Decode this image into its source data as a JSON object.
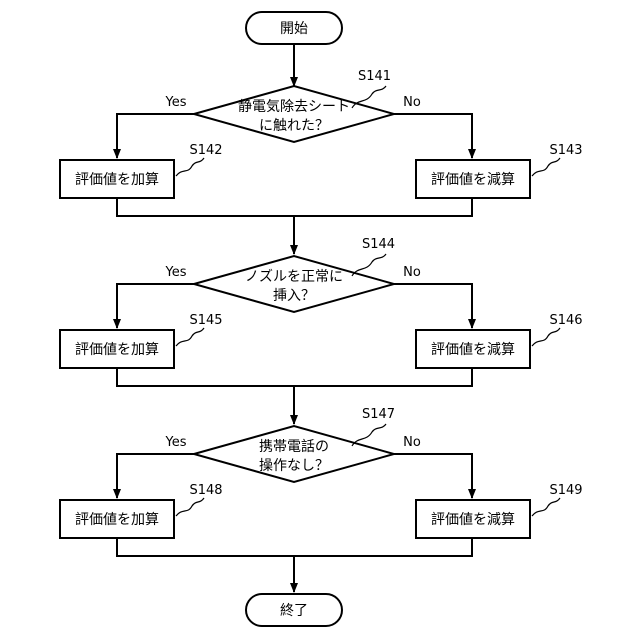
{
  "start": "開始",
  "end": "終了",
  "decisions": [
    {
      "step": "S141",
      "line1": "静電気除去シート",
      "line2": "に触れた？",
      "yes": "Yes",
      "no": "No",
      "yes_action": {
        "step": "S142",
        "text": "評価値を加算"
      },
      "no_action": {
        "step": "S143",
        "text": "評価値を減算"
      }
    },
    {
      "step": "S144",
      "line1": "ノズルを正常に",
      "line2": "挿入？",
      "yes": "Yes",
      "no": "No",
      "yes_action": {
        "step": "S145",
        "text": "評価値を加算"
      },
      "no_action": {
        "step": "S146",
        "text": "評価値を減算"
      }
    },
    {
      "step": "S147",
      "line1": "携帯電話の",
      "line2": "操作なし？",
      "yes": "Yes",
      "no": "No",
      "yes_action": {
        "step": "S148",
        "text": "評価値を加算"
      },
      "no_action": {
        "step": "S149",
        "text": "評価値を減算"
      }
    }
  ]
}
